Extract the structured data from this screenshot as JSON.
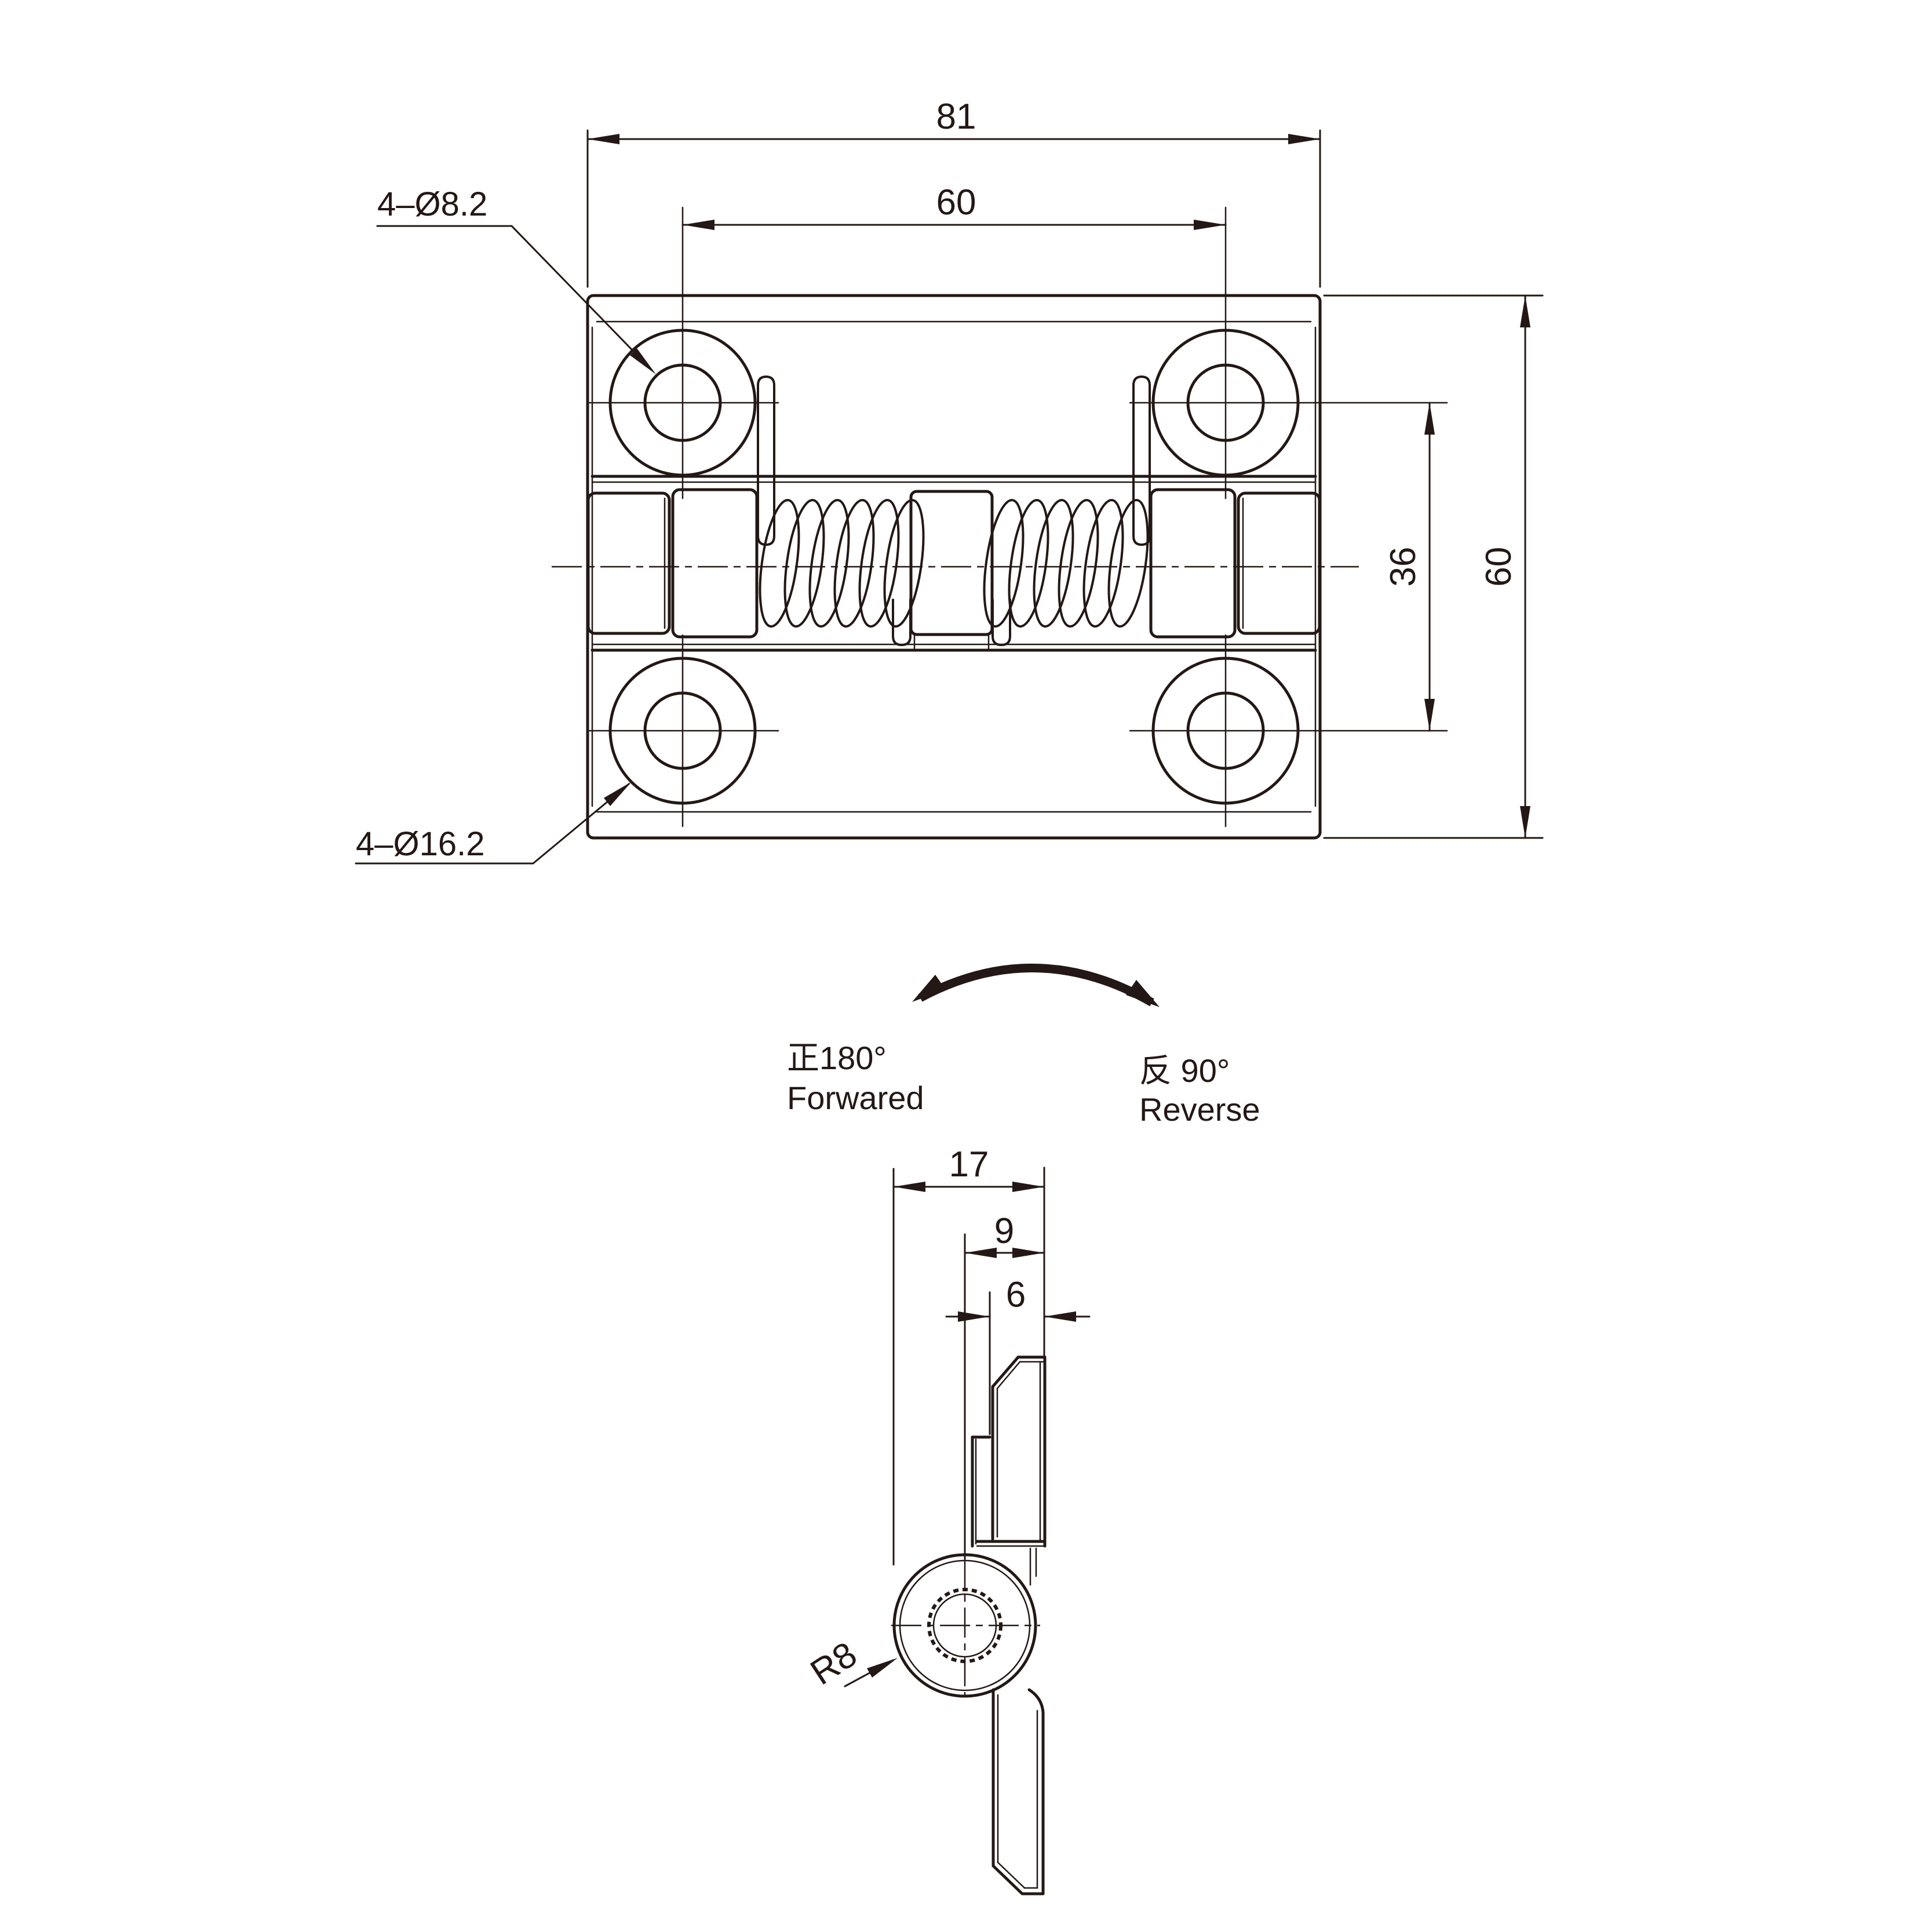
{
  "colors": {
    "line": "#231815",
    "background": "#ffffff"
  },
  "top_view": {
    "dim_total_width": "81",
    "dim_hole_pitch_h": "60",
    "dim_hole_pitch_v": "36",
    "dim_total_height": "60",
    "label_counterbore_holes": "4–Ø8.2",
    "label_through_holes": "4–Ø16.2"
  },
  "rotation_indicator": {
    "forward_cn": "正180°",
    "forward_en": "Forwared",
    "reverse_cn": "反 90°",
    "reverse_en": "Reverse"
  },
  "side_view": {
    "dim_total_depth": "17",
    "dim_knuckle_offset": "9",
    "dim_leaf_offset": "6",
    "label_knuckle_radius": "R8"
  }
}
